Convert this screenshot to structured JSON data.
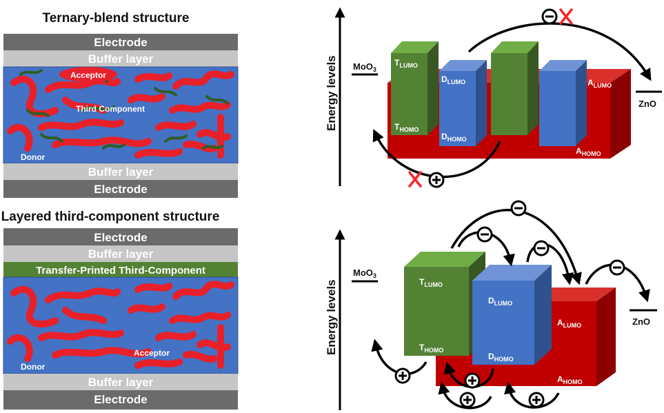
{
  "ternary": {
    "title": "Ternary-blend structure",
    "electrode_top": "Electrode",
    "buffer_top": "Buffer layer",
    "acceptor": "Acceptor",
    "third_component": "Third Component",
    "donor": "Donor",
    "buffer_bottom": "Buffer layer",
    "electrode_bottom": "Electrode"
  },
  "layered": {
    "title": "Layered third-component structure",
    "electrode_top": "Electrode",
    "buffer_top": "Buffer layer",
    "transfer_layer": "Transfer-Printed Third-Component",
    "donor": "Donor",
    "acceptor": "Acceptor",
    "buffer_bottom": "Buffer layer",
    "electrode_bottom": "Electrode"
  },
  "energy_top": {
    "axis_label": "Energy levels",
    "moo3": "MoO",
    "moo3_sub": "3",
    "zno": "ZnO",
    "t_lumo": "T",
    "t_lumo_sub": "LUMO",
    "t_homo": "T",
    "t_homo_sub": "HOMO",
    "d_lumo": "D",
    "d_lumo_sub": "LUMO",
    "d_homo": "D",
    "d_homo_sub": "HOMO",
    "a_lumo": "A",
    "a_lumo_sub": "LUMO",
    "a_homo": "A",
    "a_homo_sub": "HOMO",
    "electron_blocked": "blocked",
    "hole_blocked": "blocked"
  },
  "energy_bottom": {
    "axis_label": "Energy levels",
    "moo3": "MoO",
    "moo3_sub": "3",
    "zno": "ZnO",
    "t_lumo": "T",
    "t_lumo_sub": "LUMO",
    "t_homo": "T",
    "t_homo_sub": "HOMO",
    "d_lumo": "D",
    "d_lumo_sub": "LUMO",
    "d_homo": "D",
    "d_homo_sub": "HOMO",
    "a_lumo": "A",
    "a_lumo_sub": "LUMO",
    "a_homo": "A",
    "a_homo_sub": "HOMO"
  },
  "colors": {
    "electrode": "#6b6b6b",
    "buffer": "#c6c6c6",
    "active_blue": "#4472c4",
    "donor_red": "#e8202a",
    "third_green": "#2f5e24",
    "green_box": "#548235",
    "blue_box": "#4472c4",
    "red_box": "#c00000",
    "cross": "#ff2222"
  }
}
